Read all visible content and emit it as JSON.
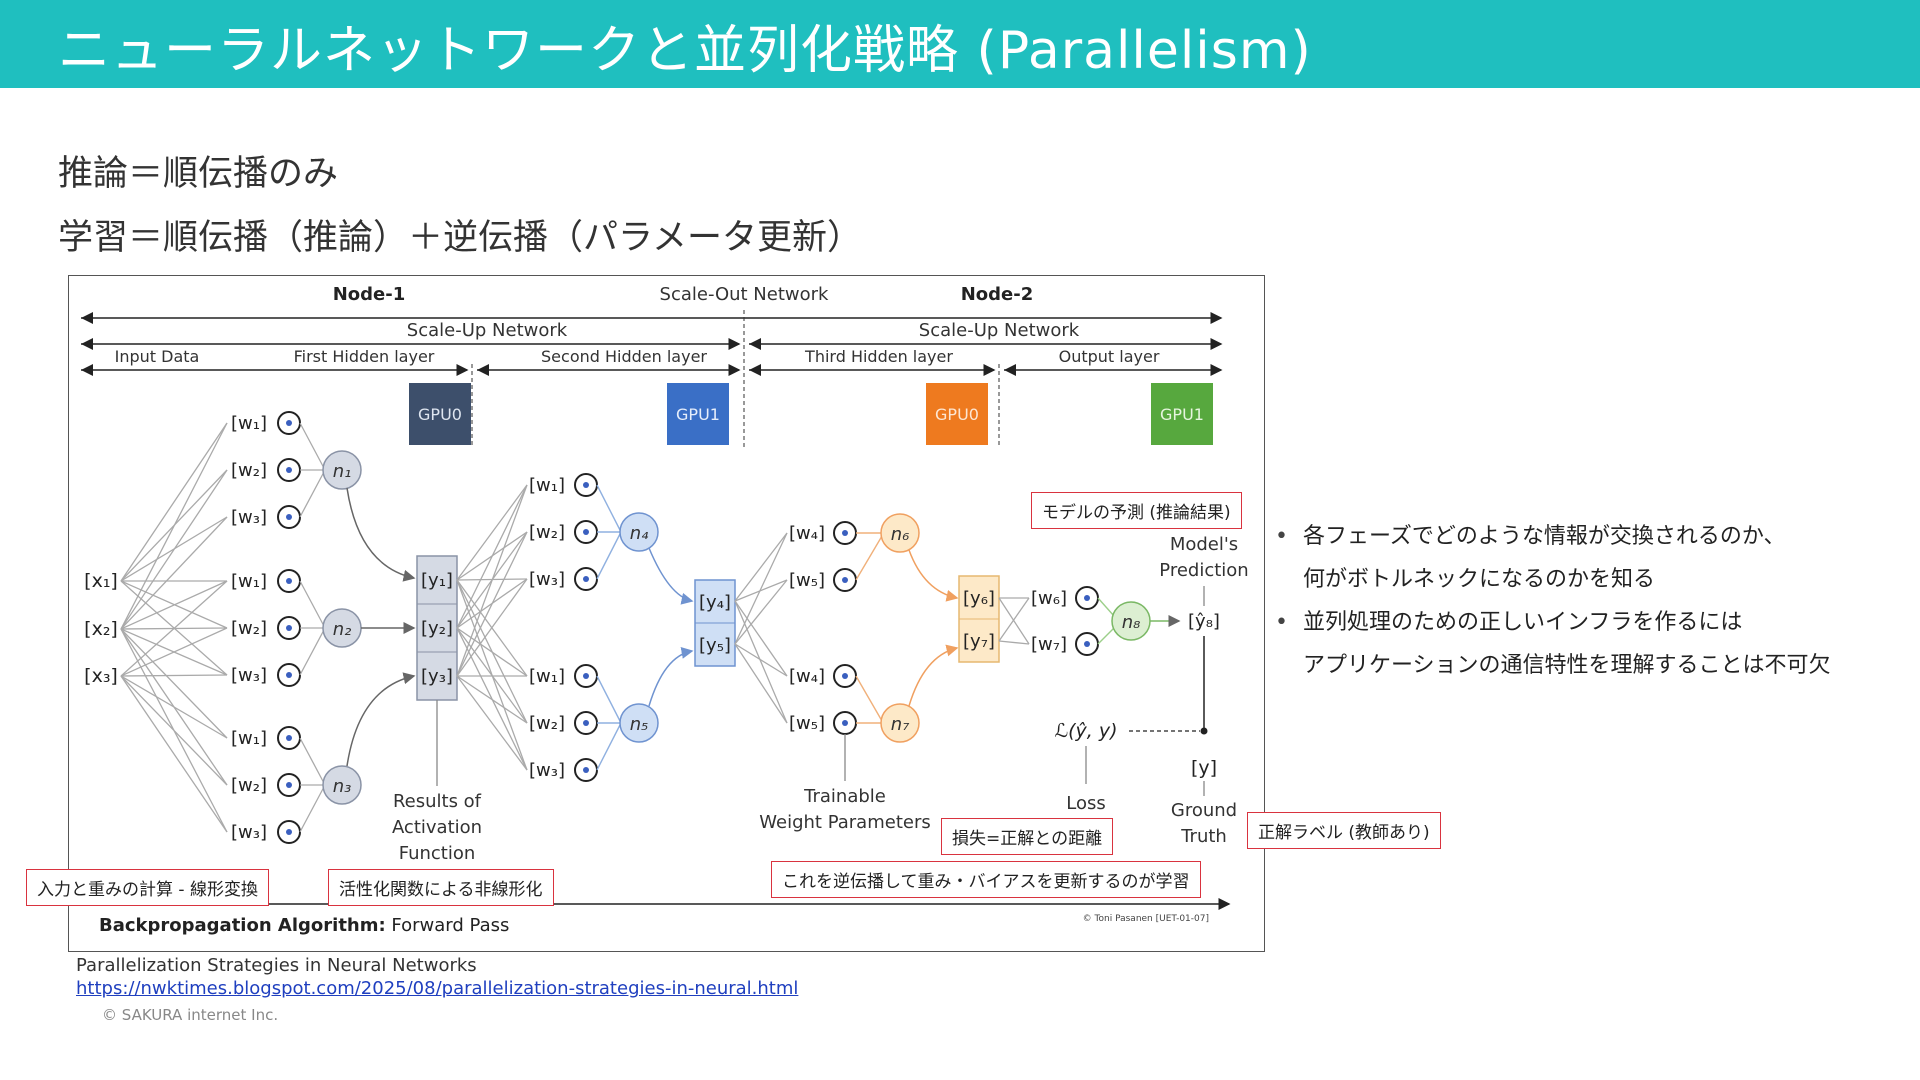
{
  "title": "ニューラルネットワークと並列化戦略 (Parallelism)",
  "lines": [
    "推論＝順伝播のみ",
    "学習＝順伝播（推論）＋逆伝播（パラメータ更新）"
  ],
  "diagram": {
    "node1": "Node-1",
    "node2": "Node-2",
    "scale_out": "Scale-Out Network",
    "scale_up_1": "Scale-Up Network",
    "scale_up_2": "Scale-Up Network",
    "layers": [
      "Input Data",
      "First Hidden layer",
      "Second Hidden layer",
      "Third Hidden layer",
      "Output layer"
    ],
    "gpus": [
      {
        "label": "GPU0",
        "color": "#3d4f6b"
      },
      {
        "label": "GPU1",
        "color": "#3a6fc6"
      },
      {
        "label": "GPU0",
        "color": "#ee7a1f"
      },
      {
        "label": "GPU1",
        "color": "#57a83e"
      }
    ],
    "inputs": [
      "[x₁]",
      "[x₂]",
      "[x₃]"
    ],
    "w_labels": [
      "[w₁]",
      "[w₂]",
      "[w₃]"
    ],
    "neurons": [
      "n₁",
      "n₂",
      "n₃",
      "n₄",
      "n₅",
      "n₆",
      "n₇",
      "n₈"
    ],
    "y_first": [
      "[y₁]",
      "[y₂]",
      "[y₃]"
    ],
    "y_second": [
      "[y₄]",
      "[y₅]"
    ],
    "y_third": [
      "[y₆]",
      "[y₇]"
    ],
    "w_third_top": [
      "[w₄]",
      "[w₅]"
    ],
    "w_third_bottom": [
      "[w₄]",
      "[w₅]"
    ],
    "w_out": [
      "[w₆]",
      "[w₇]"
    ],
    "y_hat": "[ŷ₈]",
    "model_pred": [
      "Model's",
      "Prediction"
    ],
    "loss_fn": "ℒ(ŷ, y)",
    "loss": "Loss",
    "y_true": "[y]",
    "ground_truth": [
      "Ground",
      "Truth"
    ],
    "activation": [
      "Results of",
      "Activation",
      "Function"
    ],
    "trainable": [
      "Trainable",
      "Weight Parameters"
    ],
    "footer_bold": "Backpropagation Algorithm:",
    "footer_rest": " Forward Pass",
    "credit": "© Toni Pasanen [UET-01-07]"
  },
  "callouts": {
    "prediction": "モデルの予測 (推論結果)",
    "loss": "損失=正解との距離",
    "label": "正解ラベル (教師あり)",
    "linear": "入力と重みの計算 - 線形変換",
    "activation": "活性化関数による非線形化",
    "backprop": "これを逆伝播して重み・バイアスを更新するのが学習"
  },
  "bullets": [
    {
      "line1": "各フェーズでどのような情報が交換されるのか、",
      "line2": "何がボトルネックになるのかを知る"
    },
    {
      "line1": "並列処理のための正しいインフラを作るには",
      "line2": "アプリケーションの通信特性を理解することは不可欠"
    }
  ],
  "source": {
    "title": "Parallelization Strategies in Neural Networks",
    "url": "https://nwktimes.blogspot.com/2025/08/parallelization-strategies-in-neural.html"
  },
  "copyright": "© SAKURA internet Inc."
}
